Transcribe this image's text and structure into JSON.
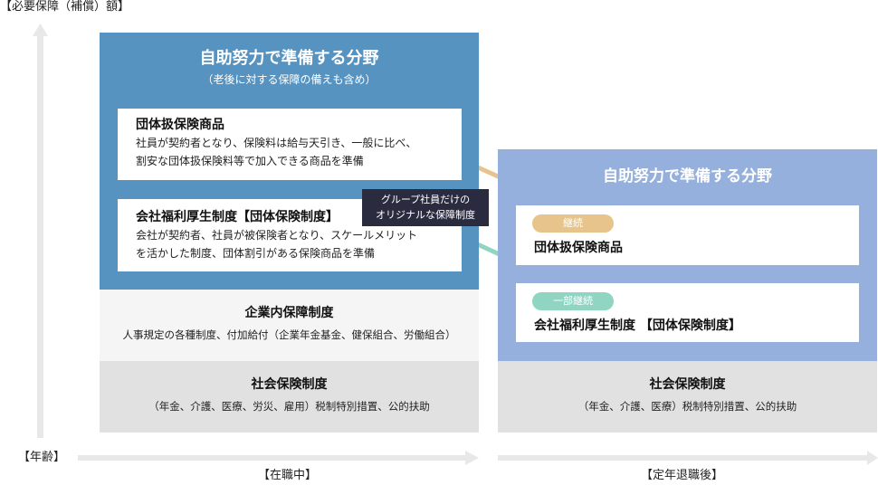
{
  "axes": {
    "y_label": "【必要保障（補償）額】",
    "x_label": "【年齢】"
  },
  "colors": {
    "blue_panel": "#5793c1",
    "lavender_panel": "#95b0dc",
    "light_panel": "#f5f5f5",
    "gray_panel": "#e1e1e1",
    "dark_tag": "#2b2b40",
    "badge_continue": "#e6c48c",
    "badge_partial": "#8fd5c2",
    "arrow_gray": "#e8e8e8"
  },
  "employment": {
    "era_label": "【在職中】",
    "self_help": {
      "title": "自助努力で準備する分野",
      "subtitle": "（老後に対する保障の備えも含め）",
      "cards": [
        {
          "title": "団体扱保険商品",
          "desc_line1": "社員が契約者となり、保険料は給与天引き、一般に比べ、",
          "desc_line2": "割安な団体扱保険料等で加入できる商品を準備"
        },
        {
          "title": "会社福利厚生制度【団体保険制度】",
          "desc_line1": "会社が契約者、社員が被保険者となり、スケールメリット",
          "desc_line2": "を活かした制度、団体割引がある保険商品を準備"
        }
      ],
      "tag_line1": "グループ社員だけの",
      "tag_line2": "オリジナルな保障制度"
    },
    "corporate": {
      "title": "企業内保障制度",
      "desc": "人事規定の各種制度、付加給付（企業年金基金、健保組合、労働組合）"
    },
    "social": {
      "title": "社会保険制度",
      "desc": "（年金、介護、医療、労災、雇用）税制特別措置、公的扶助"
    }
  },
  "retirement": {
    "era_label": "【定年退職後】",
    "self_help": {
      "title": "自助努力で準備する分野",
      "cards": [
        {
          "badge": "継続",
          "title": "団体扱保険商品"
        },
        {
          "badge": "一部継続",
          "title": "会社福利厚生制度 【団体保険制度】"
        }
      ]
    },
    "social": {
      "title": "社会保険制度",
      "desc": "（年金、介護、医療）税制特別措置、公的扶助"
    }
  }
}
